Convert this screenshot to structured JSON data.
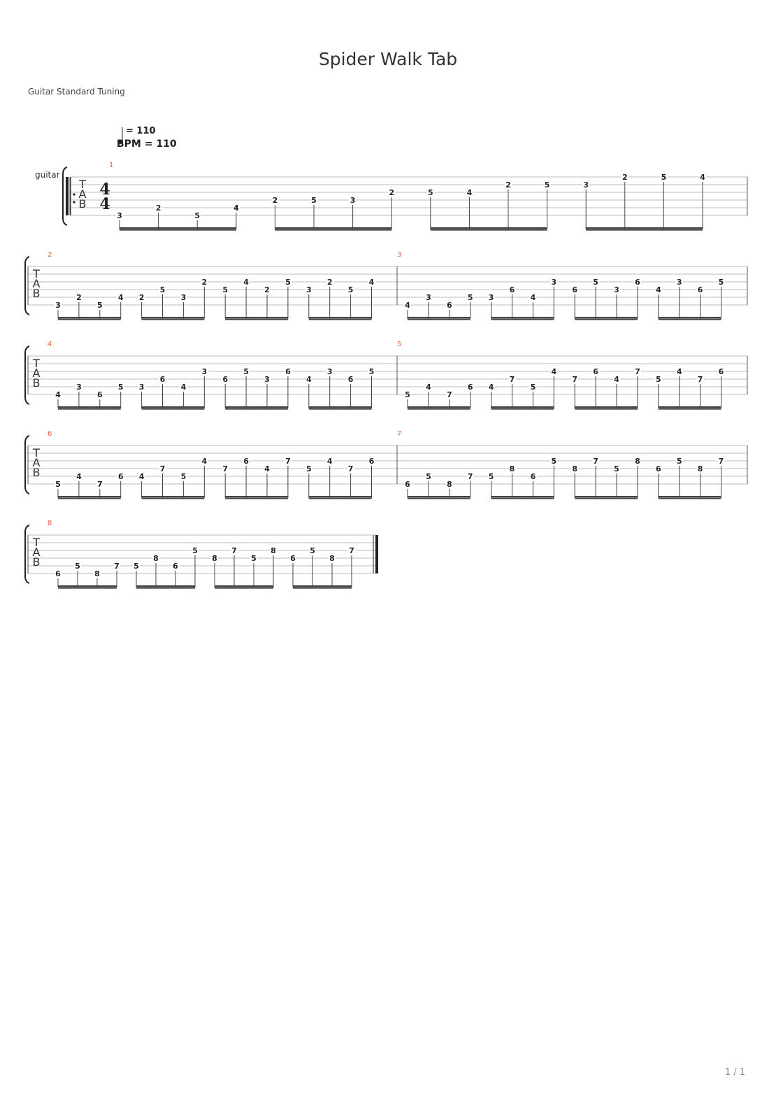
{
  "title": "Spider Walk Tab",
  "tuning": "Guitar Standard Tuning",
  "tempo_text": "= 110",
  "bpm_text": "BPM = 110",
  "track_name": "guitar",
  "page_number": "1 / 1",
  "time_signature": {
    "numerator": "4",
    "denominator": "4"
  },
  "tab_clef": [
    "T",
    "A",
    "B"
  ],
  "measures": [
    {
      "number": "1",
      "notes": [
        [
          3,
          6
        ],
        [
          2,
          5
        ],
        [
          5,
          6
        ],
        [
          4,
          5
        ],
        [
          2,
          4
        ],
        [
          5,
          4
        ],
        [
          3,
          4
        ],
        [
          2,
          3
        ],
        [
          5,
          3
        ],
        [
          4,
          3
        ],
        [
          2,
          2
        ],
        [
          5,
          2
        ],
        [
          3,
          2
        ],
        [
          2,
          1
        ],
        [
          5,
          1
        ],
        [
          4,
          1
        ]
      ]
    },
    {
      "number": "2",
      "notes": [
        [
          3,
          6
        ],
        [
          2,
          5
        ],
        [
          5,
          6
        ],
        [
          4,
          5
        ],
        [
          2,
          5
        ],
        [
          5,
          4
        ],
        [
          3,
          5
        ],
        [
          2,
          3
        ],
        [
          5,
          4
        ],
        [
          4,
          3
        ],
        [
          2,
          4
        ],
        [
          5,
          3
        ],
        [
          3,
          4
        ],
        [
          2,
          3
        ],
        [
          5,
          4
        ],
        [
          4,
          3
        ]
      ]
    },
    {
      "number": "3",
      "notes": [
        [
          4,
          6
        ],
        [
          3,
          5
        ],
        [
          6,
          6
        ],
        [
          5,
          5
        ],
        [
          3,
          5
        ],
        [
          6,
          4
        ],
        [
          4,
          5
        ],
        [
          3,
          3
        ],
        [
          6,
          4
        ],
        [
          5,
          3
        ],
        [
          3,
          4
        ],
        [
          6,
          3
        ],
        [
          4,
          4
        ],
        [
          3,
          3
        ],
        [
          6,
          4
        ],
        [
          5,
          3
        ]
      ]
    },
    {
      "number": "4",
      "notes": [
        [
          4,
          6
        ],
        [
          3,
          5
        ],
        [
          6,
          6
        ],
        [
          5,
          5
        ],
        [
          3,
          5
        ],
        [
          6,
          4
        ],
        [
          4,
          5
        ],
        [
          3,
          3
        ],
        [
          6,
          4
        ],
        [
          5,
          3
        ],
        [
          3,
          4
        ],
        [
          6,
          3
        ],
        [
          4,
          4
        ],
        [
          3,
          3
        ],
        [
          6,
          4
        ],
        [
          5,
          3
        ]
      ]
    },
    {
      "number": "5",
      "notes": [
        [
          5,
          6
        ],
        [
          4,
          5
        ],
        [
          7,
          6
        ],
        [
          6,
          5
        ],
        [
          4,
          5
        ],
        [
          7,
          4
        ],
        [
          5,
          5
        ],
        [
          4,
          3
        ],
        [
          7,
          4
        ],
        [
          6,
          3
        ],
        [
          4,
          4
        ],
        [
          7,
          3
        ],
        [
          5,
          4
        ],
        [
          4,
          3
        ],
        [
          7,
          4
        ],
        [
          6,
          3
        ]
      ]
    },
    {
      "number": "6",
      "notes": [
        [
          5,
          6
        ],
        [
          4,
          5
        ],
        [
          7,
          6
        ],
        [
          6,
          5
        ],
        [
          4,
          5
        ],
        [
          7,
          4
        ],
        [
          5,
          5
        ],
        [
          4,
          3
        ],
        [
          7,
          4
        ],
        [
          6,
          3
        ],
        [
          4,
          4
        ],
        [
          7,
          3
        ],
        [
          5,
          4
        ],
        [
          4,
          3
        ],
        [
          7,
          4
        ],
        [
          6,
          3
        ]
      ]
    },
    {
      "number": "7",
      "notes": [
        [
          6,
          6
        ],
        [
          5,
          5
        ],
        [
          8,
          6
        ],
        [
          7,
          5
        ],
        [
          5,
          5
        ],
        [
          8,
          4
        ],
        [
          6,
          5
        ],
        [
          5,
          3
        ],
        [
          8,
          4
        ],
        [
          7,
          3
        ],
        [
          5,
          4
        ],
        [
          8,
          3
        ],
        [
          6,
          4
        ],
        [
          5,
          3
        ],
        [
          8,
          4
        ],
        [
          7,
          3
        ]
      ]
    },
    {
      "number": "8",
      "notes": [
        [
          6,
          6
        ],
        [
          5,
          5
        ],
        [
          8,
          6
        ],
        [
          7,
          5
        ],
        [
          5,
          5
        ],
        [
          8,
          4
        ],
        [
          6,
          5
        ],
        [
          5,
          3
        ],
        [
          8,
          4
        ],
        [
          7,
          3
        ],
        [
          5,
          4
        ],
        [
          8,
          3
        ],
        [
          6,
          4
        ],
        [
          5,
          3
        ],
        [
          8,
          4
        ],
        [
          7,
          3
        ]
      ]
    }
  ],
  "colors": {
    "measure_number": "#e0683c",
    "staff_line": "#bbbbbb",
    "text": "#222222"
  }
}
